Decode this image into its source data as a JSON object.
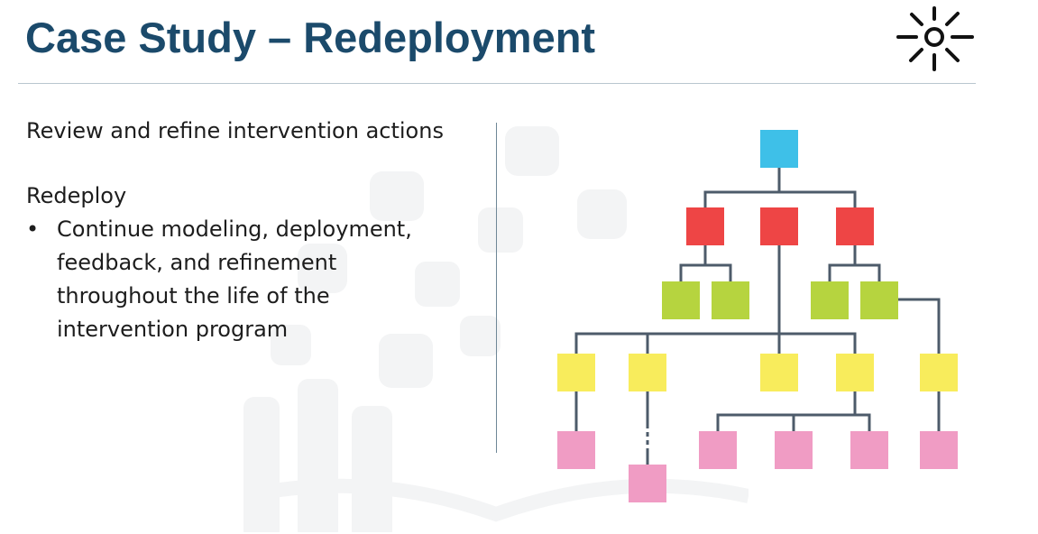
{
  "slide": {
    "title": "Case Study – Redeployment"
  },
  "content": {
    "line1": "Review and refine intervention actions",
    "line2": "Redeploy",
    "bullets": [
      {
        "marker": "•",
        "lines": [
          "Continue modeling, deployment,",
          "feedback, and refinement",
          "throughout the life of the",
          "intervention program"
        ]
      }
    ]
  },
  "diagram": {
    "colors": {
      "root": "#3ec0e8",
      "level1": "#ee4545",
      "level2": "#b6d43f",
      "level3": "#f8ec5c",
      "level4": "#f09cc4",
      "connector": "#4d5b6a"
    }
  },
  "icons": {
    "logo": "sun-icon"
  }
}
